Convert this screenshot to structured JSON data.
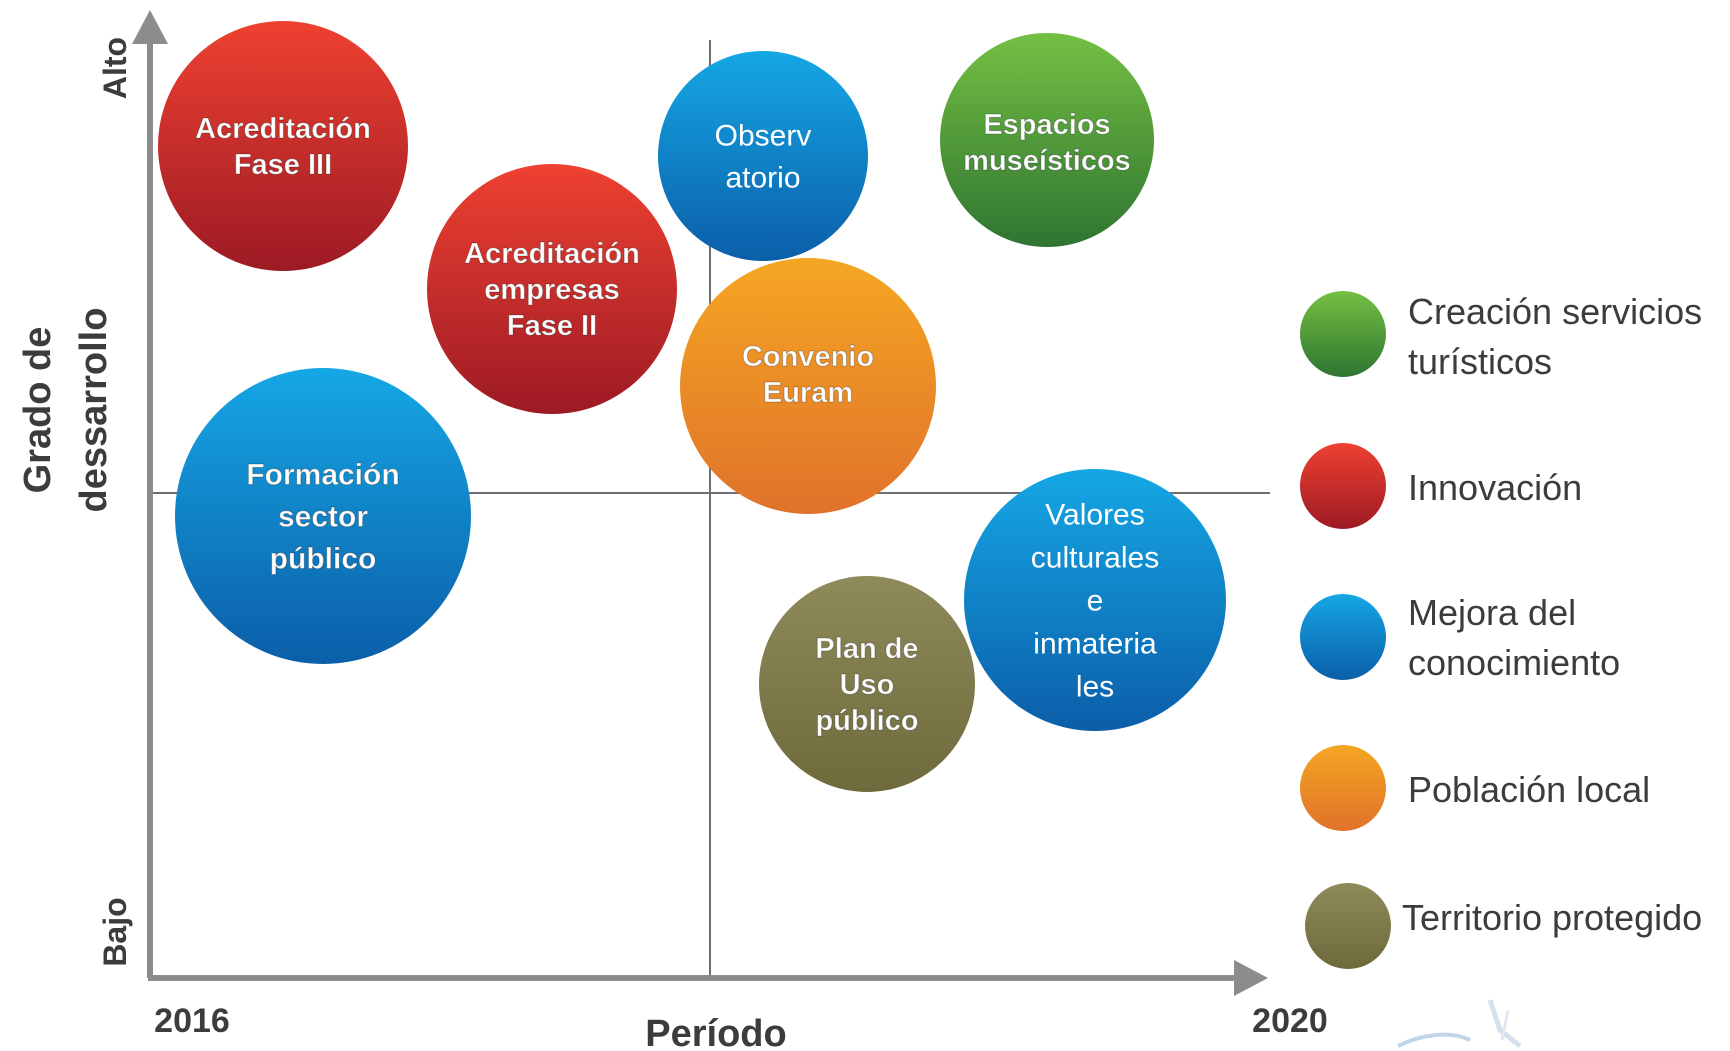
{
  "axes": {
    "y_label_line1": "Grado de",
    "y_label_line2": "dessarrollo",
    "y_high": "Alto",
    "y_low": "Bajo",
    "x_label": "Período",
    "x_start": "2016",
    "x_end": "2020"
  },
  "categories": [
    {
      "id": "turismo",
      "label_lines": [
        "Creación servicios",
        "turísticos"
      ],
      "top": "#74c043",
      "bottom": "#2f7431"
    },
    {
      "id": "innovacion",
      "label_lines": [
        "Innovación"
      ],
      "top": "#ee4131",
      "bottom": "#9d1a24"
    },
    {
      "id": "conocimiento",
      "label_lines": [
        "Mejora del",
        "conocimiento"
      ],
      "top": "#15a7e5",
      "bottom": "#0b5ea8"
    },
    {
      "id": "poblacion",
      "label_lines": [
        "Población local"
      ],
      "top": "#f5a623",
      "bottom": "#e0722a"
    },
    {
      "id": "territorio",
      "label_lines": [
        "Territorio protegido"
      ],
      "top": "#8e8a5a",
      "bottom": "#6e6a3c"
    }
  ],
  "bubbles": [
    {
      "id": "acreditacion-fase-iii",
      "category": "innovacion",
      "lines": [
        "Acreditación",
        "Fase III"
      ],
      "bold": true
    },
    {
      "id": "acreditacion-empresas-fase-ii",
      "category": "innovacion",
      "lines": [
        "Acreditación",
        "empresas",
        "Fase II"
      ],
      "bold": true
    },
    {
      "id": "observatorio",
      "category": "conocimiento",
      "lines": [
        "Observ",
        "atorio"
      ],
      "bold": false
    },
    {
      "id": "espacios-museisticos",
      "category": "turismo",
      "lines": [
        "Espacios",
        "museísticos"
      ],
      "bold": true
    },
    {
      "id": "convenio-euram",
      "category": "poblacion",
      "lines": [
        "Convenio",
        "Euram"
      ],
      "bold": true
    },
    {
      "id": "formacion-sector-publico",
      "category": "conocimiento",
      "lines": [
        "Formación",
        "sector",
        "público"
      ],
      "bold": true
    },
    {
      "id": "valores-culturales",
      "category": "conocimiento",
      "lines": [
        "Valores",
        "culturales",
        "e",
        "inmateria",
        "les"
      ],
      "bold": false
    },
    {
      "id": "plan-uso-publico",
      "category": "territorio",
      "lines": [
        "Plan de",
        "Uso",
        "público"
      ],
      "bold": true
    }
  ]
}
